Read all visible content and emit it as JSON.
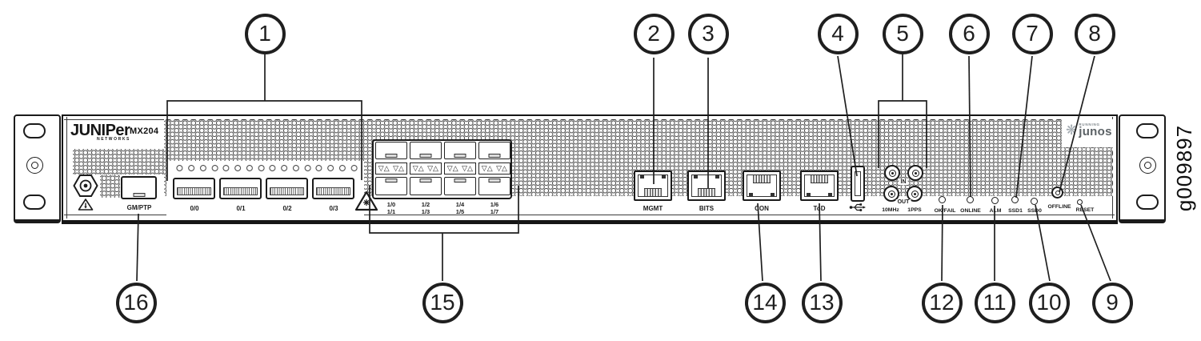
{
  "device": {
    "brand": "JUNIPer",
    "brand_sub": "NETWORKS",
    "model": "MX204",
    "figure_id": "g009897",
    "junos_running": "RUNNING",
    "junos_name": "junos"
  },
  "ports": {
    "gm_ptp_label": "GM/PTP",
    "qsfp_labels": [
      "0/0",
      "0/1",
      "0/2",
      "0/3"
    ],
    "sfp_labels": [
      [
        "1/0",
        "1/1"
      ],
      [
        "1/2",
        "1/3"
      ],
      [
        "1/4",
        "1/5"
      ],
      [
        "1/6",
        "1/7"
      ]
    ],
    "sfp_arrows": "▽△ ▽△",
    "mgmt_label": "MGMT",
    "bits_label": "BITS",
    "con_label": "CON",
    "tod_label": "ToD",
    "clock": {
      "in_label": "IN",
      "out_label": "OUT",
      "mhz_label": "10MHz",
      "pps_label": "1PPS"
    }
  },
  "leds": {
    "ok_fail": "OK/FAIL",
    "online": "ONLINE",
    "alm": "ALM",
    "ssd1": "SSD1",
    "ssd0": "SSD0",
    "offline": "OFFLINE",
    "reset": "RESET"
  },
  "callouts": {
    "top": [
      "1",
      "2",
      "3",
      "4",
      "5",
      "6",
      "7",
      "8"
    ],
    "bottom": [
      "16",
      "15",
      "14",
      "13",
      "12",
      "11",
      "10",
      "9"
    ]
  },
  "colors": {
    "line": "#1f1f1f",
    "vent": "#4f4f4f",
    "junos_gray": "#5c6266"
  }
}
